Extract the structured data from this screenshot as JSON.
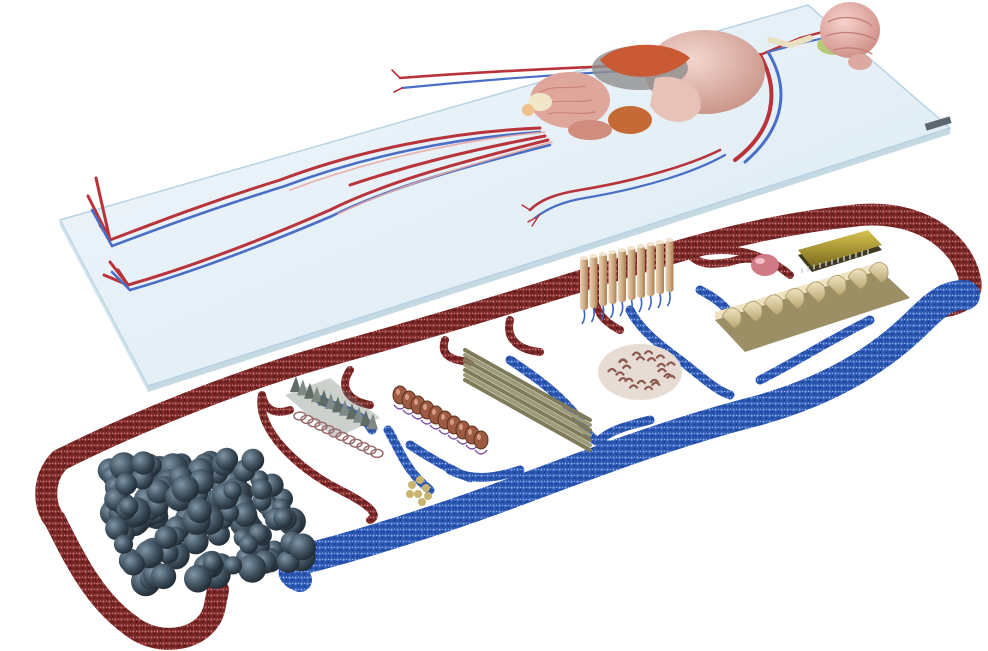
{
  "colors": {
    "background": "#ffffff",
    "artery": "#8a2a2a",
    "vein": "#2f5bb8",
    "glass": "#dbe9f2",
    "organ_skin": "#e7b9b0",
    "heart": "#d9664a",
    "liver": "#c05a3a",
    "brain": "#e8b7b1",
    "tumor": "#3d4d5a",
    "module_tan": "#d7c79a",
    "module_bronze": "#8a6a4a",
    "module_copper": "#a5583f"
  },
  "layers": [
    {
      "id": "body",
      "icon": "human-body-illustration"
    },
    {
      "id": "glass",
      "icon": "glass-slide"
    },
    {
      "id": "circuit",
      "icon": "organ-on-chip-circuit"
    }
  ],
  "modules": [
    {
      "id": "tumor-cluster",
      "icon": "cell-cluster"
    },
    {
      "id": "gill-module",
      "icon": "lamella-stack"
    },
    {
      "id": "coil-module",
      "icon": "coil-stack"
    },
    {
      "id": "rod-module",
      "icon": "rod-bundle"
    },
    {
      "id": "column-module",
      "icon": "column-array"
    },
    {
      "id": "intestine-module",
      "icon": "villi-tissue"
    },
    {
      "id": "lobe-module",
      "icon": "lobe-plate"
    },
    {
      "id": "chip-module",
      "icon": "electronic-chip"
    },
    {
      "id": "sphere-module",
      "icon": "sphere-node"
    },
    {
      "id": "small-node",
      "icon": "small-cell-node"
    }
  ]
}
